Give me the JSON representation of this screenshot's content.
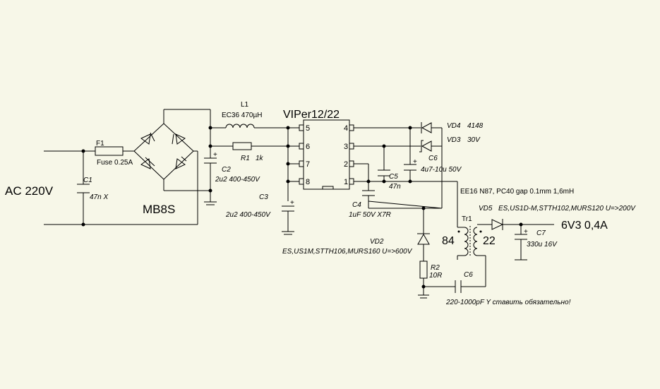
{
  "input": {
    "label": "AC 220V"
  },
  "fuse": {
    "ref": "F1",
    "value": "Fuse 0.25A"
  },
  "c1": {
    "ref": "C1",
    "value": "47n X"
  },
  "bridge": {
    "ref": "MB8S"
  },
  "inductor": {
    "ref": "L1",
    "value": "EC36  470µH"
  },
  "r1": {
    "ref": "R1",
    "value": "1k"
  },
  "c2": {
    "ref": "C2",
    "value": "2u2 400-450V"
  },
  "c3": {
    "ref": "C3",
    "value": "2u2 400-450V"
  },
  "ic": {
    "ref": "VIPer12/22",
    "pins_left": [
      "5",
      "6",
      "7",
      "8"
    ],
    "pins_right": [
      "4",
      "3",
      "2",
      "1"
    ]
  },
  "vd4": {
    "ref": "VD4",
    "value": "4148"
  },
  "vd3": {
    "ref": "VD3",
    "value": "30V"
  },
  "c6a": {
    "ref": "C6",
    "value": "4u7-10u 50V"
  },
  "c5": {
    "ref": "C5",
    "value": "47n"
  },
  "c4": {
    "ref": "C4",
    "value": "1uF 50V X7R"
  },
  "transformer": {
    "spec": "EE16 N87, PC40 gap 0.1mm 1,6mH",
    "ref": "Tr1",
    "primary": "84",
    "secondary": "22"
  },
  "vd5": {
    "ref": "VD5",
    "value": "ES,US1D-M,STTH102,MURS120 U=>200V"
  },
  "c7": {
    "ref": "C7",
    "value": "330u 16V"
  },
  "output": {
    "label": "6V3 0,4A"
  },
  "vd2": {
    "ref": "VD2",
    "value": "ES,US1M,STTH106,MURS160 U=>600V"
  },
  "r2": {
    "ref": "R2",
    "value": "10R"
  },
  "c6b": {
    "ref": "C6",
    "value": "220-1000pF Y ставить обязательно!"
  },
  "pol": {
    "plus": "+"
  }
}
